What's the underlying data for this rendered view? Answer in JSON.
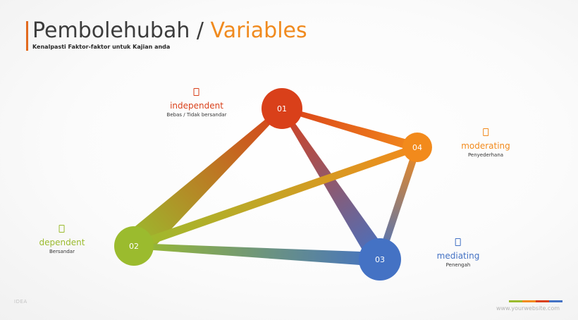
{
  "title": {
    "main": "Pembolehubah / ",
    "accent": "Variables"
  },
  "subtitle": "Kenalpasti Faktor-faktor untuk Kajian anda",
  "colors": {
    "independent": "#d9401a",
    "dependent": "#9bbb2e",
    "mediating": "#4472c4",
    "moderating": "#f28a1c"
  },
  "nodes": [
    {
      "id": "01",
      "label": "independent",
      "desc": "Bebas / Tidak bersandar",
      "color": "#d9401a",
      "icon": "square-outline-icon"
    },
    {
      "id": "02",
      "label": "dependent",
      "desc": "Bersandar",
      "color": "#9bbb2e",
      "icon": "square-outline-icon"
    },
    {
      "id": "03",
      "label": "mediating",
      "desc": "Penengah",
      "color": "#4472c4",
      "icon": "square-outline-icon"
    },
    {
      "id": "04",
      "label": "moderating",
      "desc": "Penyederhana",
      "color": "#f28a1c",
      "icon": "square-outline-icon"
    }
  ],
  "connections": [
    [
      "01",
      "02"
    ],
    [
      "01",
      "03"
    ],
    [
      "01",
      "04"
    ],
    [
      "02",
      "03"
    ],
    [
      "02",
      "04"
    ],
    [
      "04",
      "03"
    ]
  ],
  "footer": {
    "url": "www.yourwebsite.com",
    "logo": "IDEA",
    "bar_colors": [
      "#9bbb2e",
      "#f28a1c",
      "#d9401a",
      "#4472c4"
    ]
  }
}
